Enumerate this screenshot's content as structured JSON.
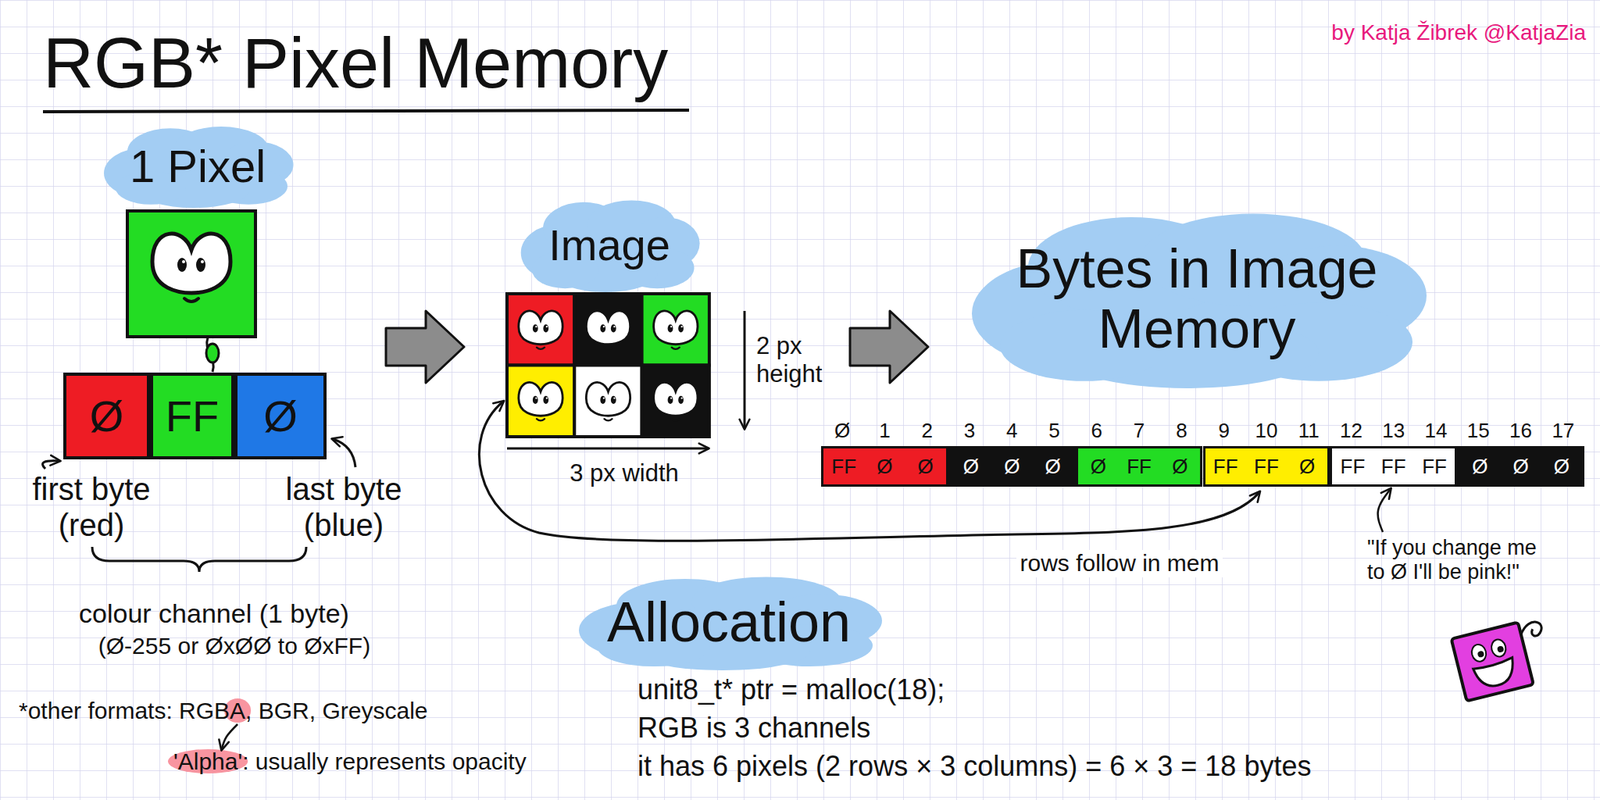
{
  "diagram": {
    "title": "RGB* Pixel Memory",
    "nodes": [
      {
        "text": [
          "1 Pixel"
        ]
      },
      {
        "text": [
          "Ø"
        ]
      },
      {
        "text": [
          "FF"
        ]
      },
      {
        "text": [
          "Ø"
        ]
      },
      {
        "text": [
          "Image"
        ]
      },
      {
        "text": [
          "Bytes in Image Memory"
        ]
      },
      {
        "text": [
          "FF",
          "Ø",
          "Ø"
        ]
      },
      {
        "text": [
          "Ø",
          "Ø",
          "Ø"
        ]
      },
      {
        "text": [
          "Ø",
          "FF",
          "Ø"
        ]
      },
      {
        "text": [
          "FF",
          "FF",
          "Ø"
        ]
      },
      {
        "text": [
          "FF",
          "FF",
          "FF"
        ]
      },
      {
        "text": [
          "Ø",
          "Ø",
          "Ø"
        ]
      },
      {
        "text": [
          "Allocation"
        ]
      }
    ],
    "labels": [
      "by Katja Žibrek @KatjaZia",
      "first byte (red)",
      "last byte (blue)",
      "colour channel (1 byte)",
      "(Ø-255 or ØxØØ to ØxFF)",
      "*other formats: RGBA, BGR, Greyscale",
      "'Alpha': usually represents opacity",
      "2 px height",
      "3 px width",
      "Ø",
      "1",
      "2",
      "3",
      "4",
      "5",
      "6",
      "7",
      "8",
      "9",
      "10",
      "11",
      "12",
      "13",
      "14",
      "15",
      "16",
      "17",
      "rows follow in mem",
      "\"If you change me to Ø I'll be pink!\"",
      "unit8_t* ptr = malloc(18);",
      "RGB is 3 channels",
      "it has 6 pixels (2 rows × 3 columns) = 6 × 3 = 18 bytes"
    ]
  }
}
